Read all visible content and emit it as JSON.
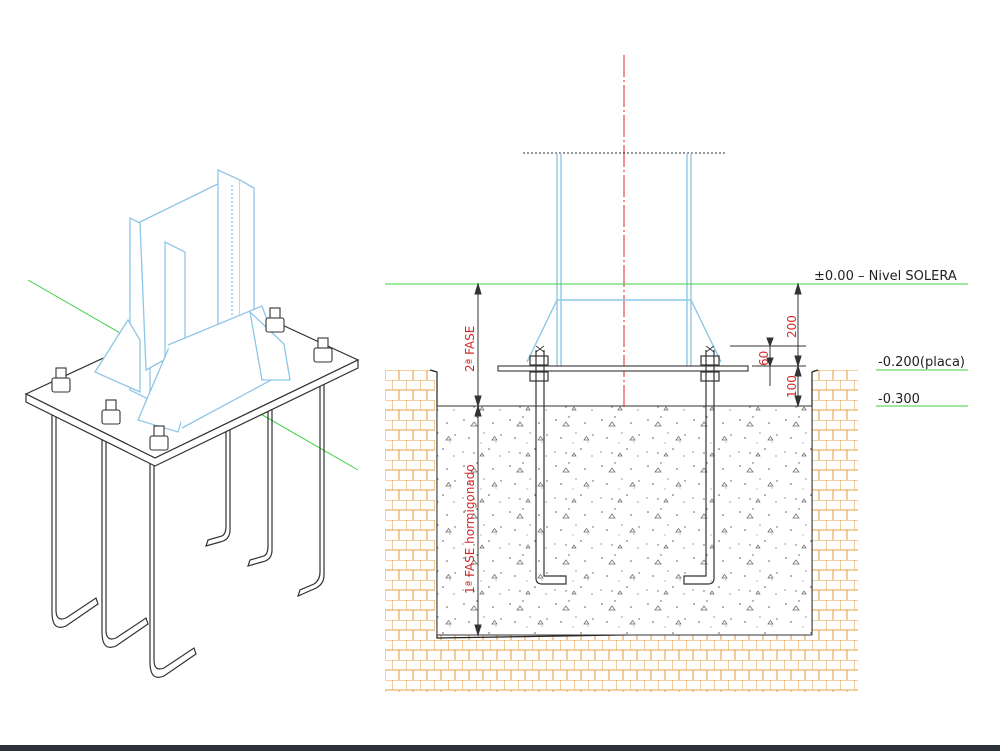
{
  "labels": {
    "level_zero": "±0.00 – Nivel SOLERA",
    "level_plate": "-0.200(placa)",
    "level_bottom": "-0.300",
    "phase_two": "2ª FASE",
    "phase_one": "1ª FASE hormigonado",
    "dim_200": "200",
    "dim_60": "60",
    "dim_100": "100"
  },
  "colors": {
    "steel": "#8ec6e6",
    "axis": "#e0242a",
    "level_line": "#3ccf3c",
    "soil": "#e7a24a",
    "bolts": "#333333",
    "dim_text": "#d42a2a"
  }
}
